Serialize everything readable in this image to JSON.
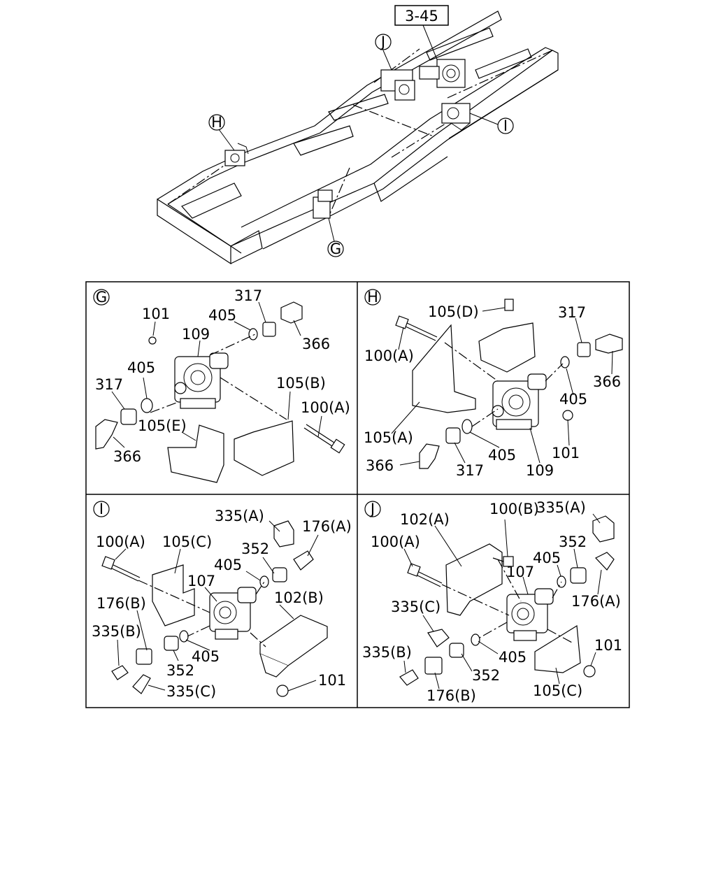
{
  "overview": {
    "ref": "3-45",
    "callouts": [
      "J",
      "H",
      "I",
      "G"
    ]
  },
  "panels": {
    "G": {
      "letter": "G",
      "labels": [
        "317",
        "101",
        "405",
        "109",
        "366",
        "405",
        "317",
        "105(B)",
        "100(A)",
        "105(E)",
        "366"
      ]
    },
    "H": {
      "letter": "H",
      "labels": [
        "105(D)",
        "317",
        "100(A)",
        "366",
        "405",
        "105(A)",
        "101",
        "366",
        "317",
        "405",
        "109"
      ]
    },
    "I": {
      "letter": "I",
      "labels": [
        "335(A)",
        "176(A)",
        "100(A)",
        "105(C)",
        "352",
        "405",
        "107",
        "102(B)",
        "176(B)",
        "335(B)",
        "352",
        "405",
        "101",
        "335(C)"
      ]
    },
    "J": {
      "letter": "J",
      "labels": [
        "102(A)",
        "100(B)",
        "335(A)",
        "100(A)",
        "352",
        "405",
        "107",
        "176(A)",
        "335(C)",
        "101",
        "335(B)",
        "405",
        "352",
        "176(B)",
        "105(C)"
      ]
    }
  }
}
